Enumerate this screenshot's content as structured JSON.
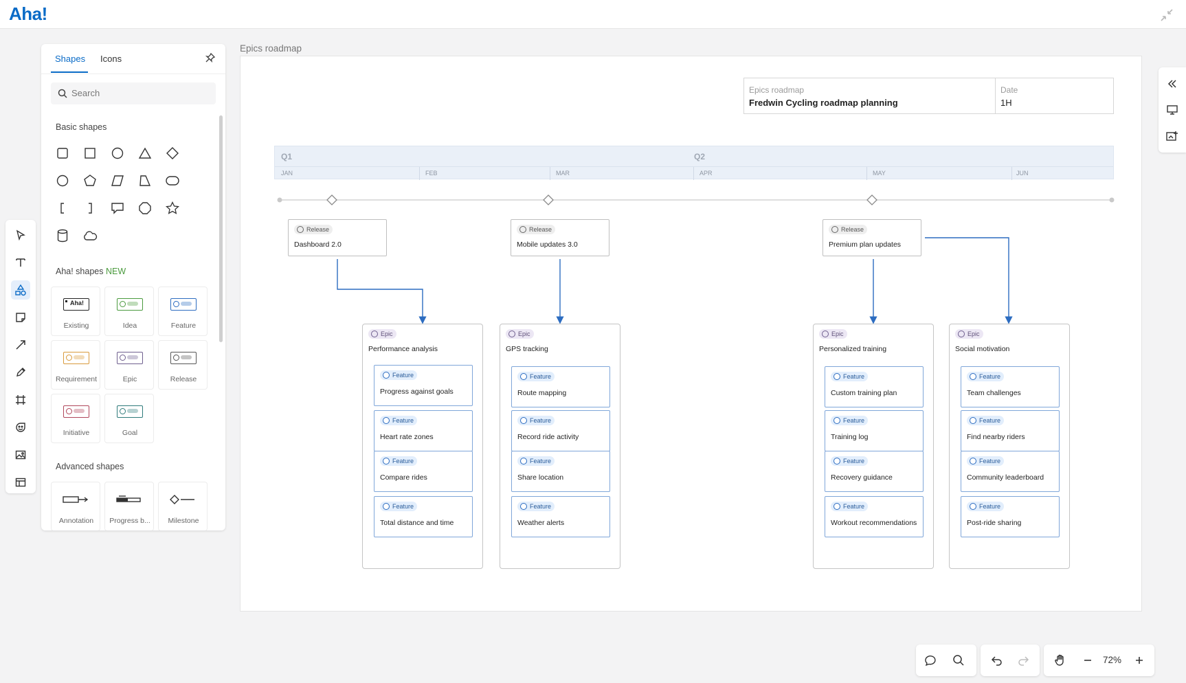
{
  "app": {
    "logo": "Aha!"
  },
  "panel": {
    "tabs": [
      {
        "label": "Shapes"
      },
      {
        "label": "Icons"
      }
    ],
    "search_placeholder": "Search",
    "basic_title": "Basic shapes",
    "aha_title": "Aha! shapes",
    "aha_new": "NEW",
    "aha_shapes": [
      {
        "label": "Existing",
        "color": "#222222"
      },
      {
        "label": "Idea",
        "color": "#4a9a3d"
      },
      {
        "label": "Feature",
        "color": "#2c6cc0"
      },
      {
        "label": "Requirement",
        "color": "#d99a3a"
      },
      {
        "label": "Epic",
        "color": "#6e5e8e"
      },
      {
        "label": "Release",
        "color": "#555555"
      },
      {
        "label": "Initiative",
        "color": "#b0465a"
      },
      {
        "label": "Goal",
        "color": "#2e7a7a"
      }
    ],
    "existing_logo": "Aha!",
    "advanced_title": "Advanced shapes",
    "advanced_shapes": [
      {
        "label": "Annotation"
      },
      {
        "label": "Progress b..."
      },
      {
        "label": "Milestone"
      }
    ]
  },
  "board": {
    "title": "Epics roadmap",
    "meta": {
      "caption1": "Epics roadmap",
      "value1": "Fredwin Cycling roadmap planning",
      "caption2": "Date",
      "value2": "1H"
    },
    "quarters": [
      "Q1",
      "Q2"
    ],
    "months": [
      "JAN",
      "FEB",
      "MAR",
      "APR",
      "MAY",
      "JUN"
    ],
    "chip_labels": {
      "release": "Release",
      "epic": "Epic",
      "feature": "Feature"
    },
    "releases": [
      "Dashboard 2.0",
      "Mobile updates 3.0",
      "Premium plan updates"
    ],
    "epics": [
      {
        "name": "Performance analysis",
        "features": [
          "Progress against goals",
          "Heart rate zones",
          "Compare rides",
          "Total distance and time"
        ]
      },
      {
        "name": "GPS tracking",
        "features": [
          "Route mapping",
          "Record ride activity",
          "Share location",
          "Weather alerts"
        ]
      },
      {
        "name": "Personalized training",
        "features": [
          "Custom training plan",
          "Training log",
          "Recovery guidance",
          "Workout recommendations"
        ]
      },
      {
        "name": "Social motivation",
        "features": [
          "Team challenges",
          "Find nearby riders",
          "Community leaderboard",
          "Post-ride sharing"
        ]
      }
    ]
  },
  "zoom": {
    "value": "72%"
  },
  "colors": {
    "accent": "#0a6bc7",
    "connector": "#2c6cc0"
  }
}
